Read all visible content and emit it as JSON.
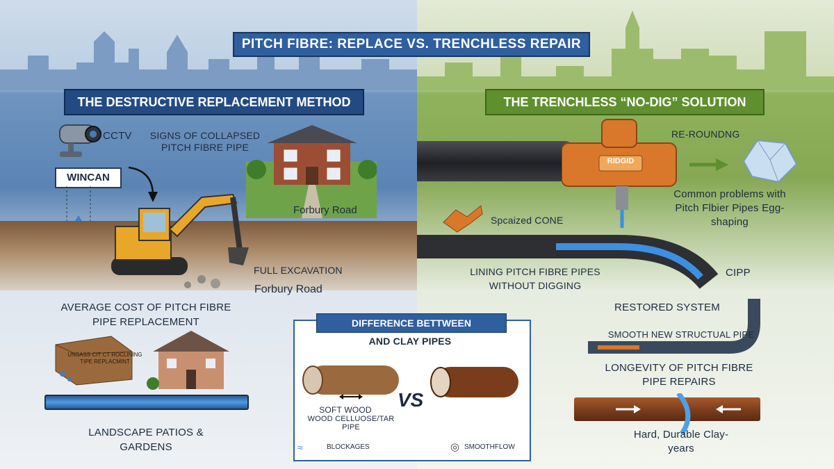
{
  "title": "PITCH FIBRE: REPLACE VS. TRENCHLESS REPAIR",
  "left": {
    "heading": "THE DESTRUCTIVE REPLACEMENT METHOD",
    "cctv_label": "CCTV",
    "wincan_label": "WINCAN",
    "signs_label": "SIGNS OF COLLAPSED PITCH FIBRE PIPE",
    "house_label": "Forbury Road",
    "full_excavation": "FULL EXCAVATION",
    "road_label": "Forbury Road",
    "avg_cost": "AVERAGE COST OF PITCH FIBRE PIPE REPLACEMENT",
    "box_print": "UNSASS CIT CT ROCLINING TIPE REPLACMINT",
    "landscape": "LANDSCAPE PATIOS & GARDENS"
  },
  "right": {
    "heading": "THE TRENCHLESS “NO-DIG” SOLUTION",
    "brand": "RIDGID",
    "re_rounding": "RE-ROUNDNG",
    "common_problems": "Common problems with Pitch Flbier Pipes Egg-shaping",
    "cone_label": "Spcaized CONE",
    "lining": "LINING PITCH FIBRE PIPES WITHOUT DIGGING",
    "cipp": "CIPP",
    "restored": "RESTORED SYSTEM",
    "smooth_pipe": "SMOOTH NEW STRUCTUAL PIPE",
    "longevity": "LONGEVITY OF PITCH FIBRE PIPE REPAIRS",
    "hard_durable": "Hard, Durable Clay-years"
  },
  "center": {
    "diff_title": "DIFFERENCE BETTWEEN",
    "diff_subtitle": "AND CLAY PIPES",
    "soft_wood": "SOFT WOOD",
    "wood_cellulose": "WOOD CELLUOSE/TAR PIPE",
    "vs": "VS",
    "blockages": "BLOCKAGES",
    "smoothflow": "SMOOTHFLOW"
  },
  "colors": {
    "blue_band": "#2f5f9e",
    "green_band": "#5f8f2e",
    "ridgid_orange": "#d9782b",
    "pipe_dark": "#2d2f33",
    "clay": "#8a4a24"
  }
}
